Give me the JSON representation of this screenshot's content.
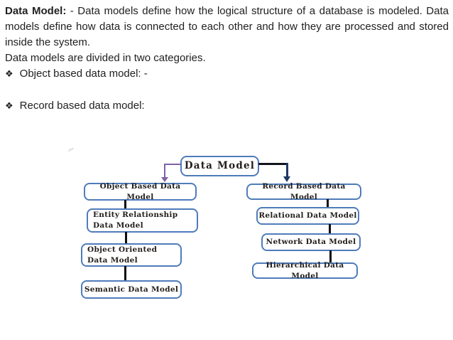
{
  "intro": {
    "lead_bold": "Data Model:",
    "lead_rest": " - Data models define how the logical structure of a database is modeled. Data models define how data is connected to each other and how they are processed and stored inside the system.",
    "categories_line": "Data models are divided in two categories.",
    "bullets": [
      {
        "glyph": "❖",
        "text": "Object based data model: -"
      },
      {
        "glyph": "❖",
        "text": "Record based data model:"
      }
    ]
  },
  "diagram": {
    "root_label": "Data Model",
    "left_branch": [
      "Object Based Data Model",
      "Entity Relationship Data Model",
      "Object Oriented Data Model",
      "Semantic Data Model"
    ],
    "right_branch": [
      "Record Based Data Model",
      "Relational Data Model",
      "Network Data Model",
      "Hierarchical Data Model"
    ],
    "colors": {
      "box_border": "#4f7cba",
      "box_text": "#221d1b",
      "left_arrow": "#7e62a8",
      "right_arrow": "#1f3864",
      "right_arrow_horizontal": "#14141e",
      "connector": "#0d0d0d"
    }
  }
}
